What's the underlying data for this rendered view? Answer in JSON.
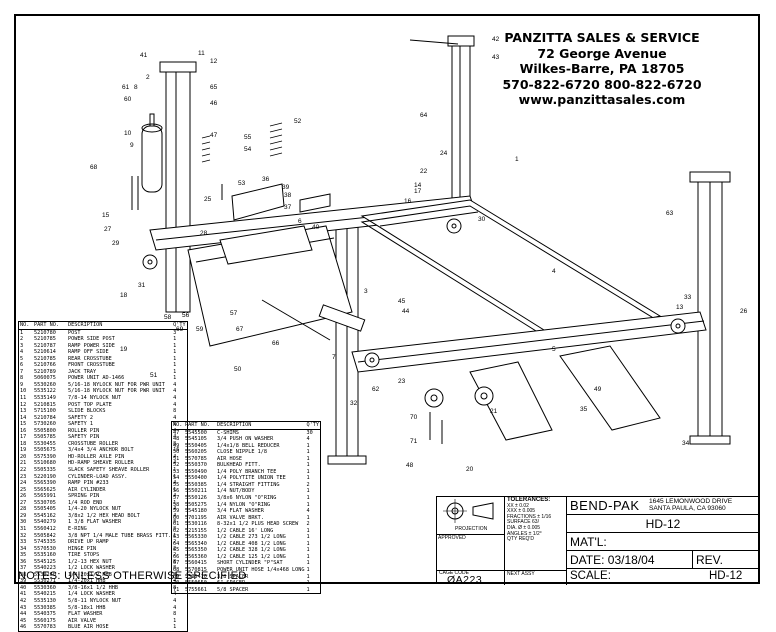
{
  "dealer": {
    "name": "PANZITTA SALES & SERVICE",
    "street": "72 George Avenue",
    "city": "Wilkes-Barre, PA 18705",
    "phones": "570-822-6720   800-822-6720",
    "website": "www.panzittasales.com"
  },
  "callouts": [
    "1",
    "2",
    "3",
    "4",
    "5",
    "6",
    "7",
    "8",
    "9",
    "10",
    "11",
    "12",
    "13",
    "14",
    "15",
    "16",
    "17",
    "18",
    "19",
    "20",
    "21",
    "22",
    "23",
    "24",
    "25",
    "26",
    "27",
    "28",
    "29",
    "30",
    "31",
    "32",
    "33",
    "34",
    "35",
    "36",
    "37",
    "38",
    "39",
    "40",
    "41",
    "42",
    "43",
    "44",
    "45",
    "46",
    "47",
    "48",
    "49",
    "50",
    "51",
    "52",
    "53",
    "54",
    "55",
    "56",
    "57",
    "58",
    "59",
    "60",
    "61",
    "62",
    "63",
    "64",
    "65",
    "66",
    "67",
    "68",
    "69",
    "70",
    "71"
  ],
  "bom_headers": {
    "no": "NO.",
    "part": "PART NO.",
    "desc": "DESCRIPTION",
    "qty": "Q'TY"
  },
  "bom_left": [
    [
      "1",
      "5210780",
      "POST",
      "3"
    ],
    [
      "2",
      "5210785",
      "POWER SIDE POST",
      "1"
    ],
    [
      "3",
      "5210787",
      "RAMP POWER SIDE",
      "1"
    ],
    [
      "4",
      "5210614",
      "RAMP OFF SIDE",
      "1"
    ],
    [
      "5",
      "5210785",
      "REAR CROSSTUBE",
      "1"
    ],
    [
      "6",
      "5210766",
      "FRONT CROSSTUBE",
      "1"
    ],
    [
      "7",
      "5210789",
      "JACK TRAY",
      "1"
    ],
    [
      "8",
      "5060075",
      "POWER UNIT AD-1466",
      "1"
    ],
    [
      "9",
      "5530260",
      "5/16-18 NYLOCK NUT FOR PWR UNIT",
      "4"
    ],
    [
      "10",
      "5535122",
      "5/16-18 NYLOCK NUT FOR PWR UNIT",
      "4"
    ],
    [
      "11",
      "5535149",
      "7/8-14 NYLOCK NUT",
      "4"
    ],
    [
      "12",
      "5210815",
      "POST TOP PLATE",
      "4"
    ],
    [
      "13",
      "5715100",
      "SLIDE BLOCKS",
      "8"
    ],
    [
      "14",
      "5210784",
      "SAFETY 2",
      "4"
    ],
    [
      "15",
      "5730260",
      "SAFETY 1",
      "1"
    ],
    [
      "16",
      "5505800",
      "ROLLER PIN",
      "4"
    ],
    [
      "17",
      "5505785",
      "SAFETY PIN",
      "4"
    ],
    [
      "18",
      "5530455",
      "CROSSTUBE ROLLER",
      "8"
    ],
    [
      "19",
      "5505675",
      "3/4x4 3/4 ANCHOR BOLT",
      "16"
    ],
    [
      "20",
      "5575390",
      "HD-ROLLER AXLE PIN",
      "4"
    ],
    [
      "21",
      "5510680",
      "HD-RAMP SHEAVE ROLLER",
      "4"
    ],
    [
      "22",
      "5505335",
      "SLACK SAFETY SHEAVE ROLLER",
      "1"
    ],
    [
      "23",
      "5220190",
      "CYLINDER-LOAD ASSY.",
      "1"
    ],
    [
      "24",
      "5565390",
      "RAMP PIN #233",
      "4"
    ],
    [
      "25",
      "5565625",
      "AIR CYLINDER",
      "1"
    ],
    [
      "26",
      "5565991",
      "SPRING PIN",
      "4"
    ],
    [
      "27",
      "5530705",
      "1/4 ROD END",
      "1"
    ],
    [
      "28",
      "5505405",
      "1/4-20 NYLOCK NUT",
      "4"
    ],
    [
      "29",
      "5545162",
      "3/8x2 1/2 HEX HEAD BOLT",
      "4"
    ],
    [
      "30",
      "5540279",
      "1 3/8 FLAT WASHER",
      "8"
    ],
    [
      "31",
      "5560412",
      "E-RING",
      "8"
    ],
    [
      "32",
      "5505842",
      "3/8 NPT 1/4 MALE TUBE BRASS FITT.",
      "1"
    ],
    [
      "33",
      "5745335",
      "DRIVE UP RAMP",
      "2"
    ],
    [
      "34",
      "5570530",
      "HINGE PIN",
      "2"
    ],
    [
      "35",
      "5535160",
      "TIRE STOPS",
      "2"
    ],
    [
      "36",
      "5545125",
      "1/2-13 HEX NUT",
      "8"
    ],
    [
      "37",
      "5540223",
      "1/2 LOCK WASHER",
      "8"
    ],
    [
      "38",
      "5530260",
      "1/4-20x1/2 HHB",
      "8"
    ],
    [
      "39",
      "5530271",
      "1/4-20x1 HHB",
      "4"
    ],
    [
      "40",
      "5530360",
      "3/8-16x1 1/2 HHB",
      "8"
    ],
    [
      "41",
      "5540215",
      "1/4 LOCK WASHER",
      "4"
    ],
    [
      "42",
      "5535130",
      "5/8-11 NYLOCK NUT",
      "4"
    ],
    [
      "43",
      "5530385",
      "5/8-18x1 HHB",
      "4"
    ],
    [
      "44",
      "5540375",
      "FLAT WASHER",
      "8"
    ],
    [
      "45",
      "5560175",
      "AIR VALVE",
      "1"
    ],
    [
      "46",
      "5570783",
      "BLUE AIR HOSE",
      "1"
    ]
  ],
  "bom_right": [
    [
      "47",
      "5545500",
      "C-SHIMS",
      "30"
    ],
    [
      "48",
      "5545105",
      "3/4 PUSH ON WASHER",
      "4"
    ],
    [
      "49",
      "5550405",
      "1/4x1/8 BELL REDUCER",
      "1"
    ],
    [
      "50",
      "5560205",
      "CLOSE NIPPLE 1/8",
      "1"
    ],
    [
      "51",
      "5570785",
      "AIR HOSE",
      "1"
    ],
    [
      "52",
      "5550370",
      "BULKHEAD FITT.",
      "1"
    ],
    [
      "53",
      "5550490",
      "1/4 POLY BRANCH TEE",
      "1"
    ],
    [
      "54",
      "5550400",
      "1/4 POLYTITE UNION TEE",
      "1"
    ],
    [
      "55",
      "5550385",
      "1/4 STRAIGHT FITTING",
      "2"
    ],
    [
      "56",
      "5550211",
      "1/4 NUT/BODY",
      "1"
    ],
    [
      "57",
      "5550126",
      "3/8x6 NYLON \"O\"RING",
      "1"
    ],
    [
      "58",
      "5505275",
      "1/4 NYLON \"O\"RING",
      "1"
    ],
    [
      "59",
      "5545180",
      "3/4 FLAT WASHER",
      "4"
    ],
    [
      "60",
      "5701195",
      "AIR VALVE BRKT.",
      "1"
    ],
    [
      "61",
      "5530116",
      "8-32x1 1/2 PLUS HEAD SCREW",
      "2"
    ],
    [
      "62",
      "5215155",
      "1/2 CABLE 16' LONG",
      "1"
    ],
    [
      "63",
      "5565330",
      "1/2 CABLE 273 1/2 LONG",
      "1"
    ],
    [
      "64",
      "5565340",
      "1/2 CABLE 408 1/2 LONG",
      "1"
    ],
    [
      "65",
      "5565350",
      "1/2 CABLE 328 1/2 LONG",
      "1"
    ],
    [
      "66",
      "5565360",
      "1/2 CABLE 125 1/2 LONG",
      "1"
    ],
    [
      "67",
      "5560415",
      "SHORT CYLINDER \"P\"SAT",
      "1"
    ],
    [
      "68",
      "5570815",
      "POWER UNIT HOSE 1/4x468 LONG",
      "1"
    ],
    [
      "69",
      "5535410",
      "3/8 SPACER",
      "1"
    ],
    [
      "70",
      "5550650",
      "6\" SPACER",
      "1"
    ],
    [
      "71",
      "5755661",
      "5/8 SPACER",
      "1"
    ]
  ],
  "notes": "NOTES: UNLESS OTHERWISE SPECIFIED",
  "title_block": {
    "projection_label": "PROJECTION",
    "approved_label": "APPROVED",
    "cage_code_label": "CAGE CODE",
    "cage_code": "ØA223",
    "next_assy_label": "NEXT ASSY",
    "tolerances": "TOLERANCES:",
    "tol_lines": [
      "XX  ± 0.02",
      "XXX ± 0.005",
      "FRACTIONS ± 1/16",
      "SURFACE 63/",
      "DIA. Ø ± 0.005",
      "ANGLES ± 1/2°",
      "QTY REQ'D"
    ],
    "company": "BEND-PAK",
    "address1": "1645 LEMONWOOD DRIVE",
    "address2": "SANTA PAULA, CA 93060",
    "model": "HD-12",
    "matl_label": "MAT'L:",
    "date_label": "DATE:",
    "date": "03/18/04",
    "rev_label": "REV.",
    "scale_label": "SCALE:",
    "scale_model": "HD-12"
  }
}
